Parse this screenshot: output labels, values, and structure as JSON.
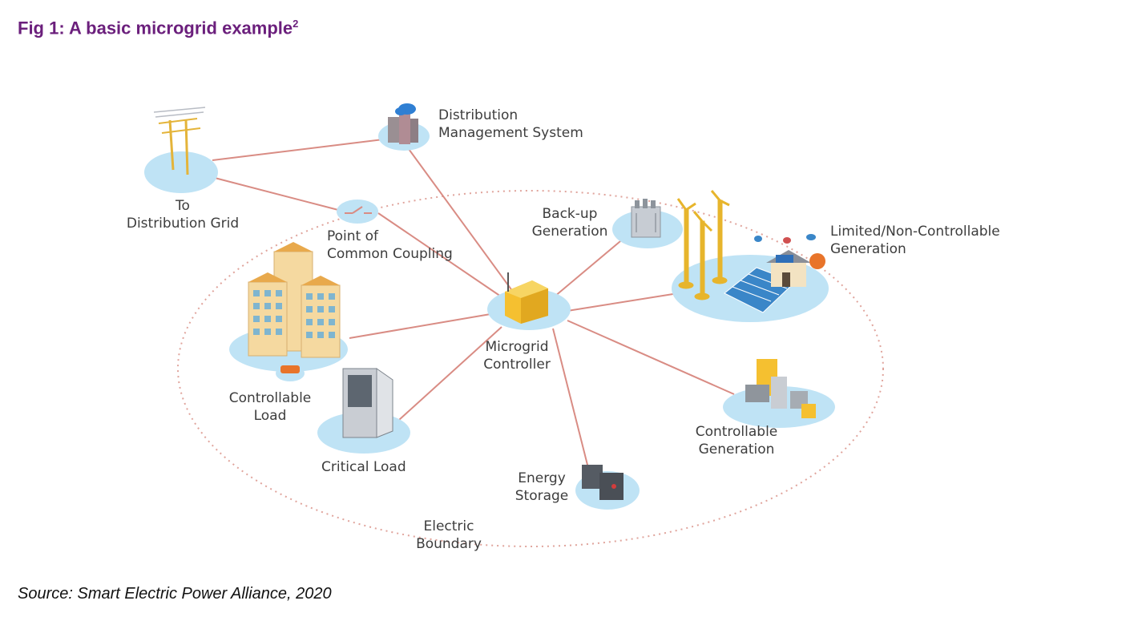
{
  "figure": {
    "title": "Fig 1: A basic microgrid example",
    "title_superscript": "2",
    "source": "Source: Smart Electric Power Alliance, 2020"
  },
  "nodes": {
    "distribution_grid": [
      "To",
      "Distribution Grid"
    ],
    "distribution_management_system": [
      "Distribution",
      "Management System"
    ],
    "point_of_common_coupling": [
      "Point of",
      "Common Coupling"
    ],
    "backup_generation": [
      "Back-up",
      "Generation"
    ],
    "limited_generation": [
      "Limited/Non-Controllable",
      "Generation"
    ],
    "microgrid_controller": [
      "Microgrid",
      "Controller"
    ],
    "controllable_load": [
      "Controllable",
      "Load"
    ],
    "critical_load": [
      "Critical Load"
    ],
    "controllable_generation": [
      "Controllable",
      "Generation"
    ],
    "energy_storage": [
      "Energy",
      "Storage"
    ],
    "electric_boundary": [
      "Electric",
      "Boundary"
    ]
  },
  "colors": {
    "title": "#6b1f7c",
    "node_base": "#bfe3f5",
    "connector": "#d98c84",
    "boundary": "#e0a49c",
    "label": "#3d3d3d",
    "controller": "#f5c030",
    "building": "#f5d9a0"
  }
}
